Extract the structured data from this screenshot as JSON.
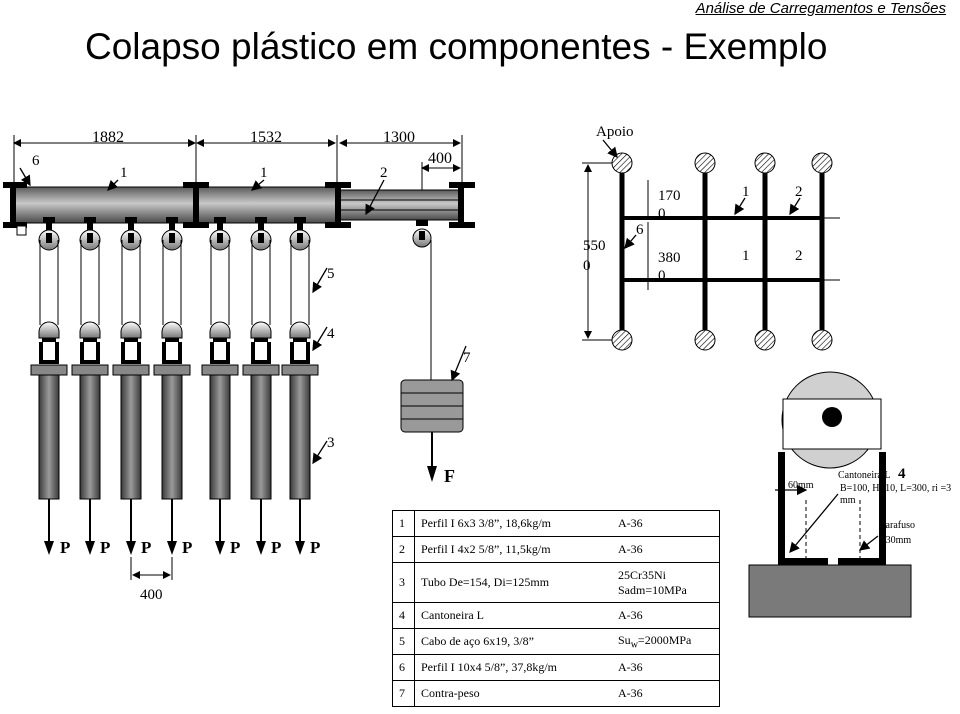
{
  "header": {
    "course": "Análise de Carregamentos e Tensões"
  },
  "slide": {
    "title": "Colapso plástico em componentes - Exemplo"
  },
  "diagram": {
    "dims": {
      "d1": "1882",
      "d2": "1532",
      "d3": "1300",
      "d4": "400",
      "d_bottom": "400"
    },
    "left_labels": {
      "six": "6",
      "one_a": "1",
      "one_b": "1",
      "two": "2",
      "five": "5",
      "four": "4",
      "three": "3",
      "seven": "7"
    },
    "force_label": "F",
    "p_labels": [
      "P",
      "P",
      "P",
      "P",
      "P",
      "P",
      "P"
    ],
    "plan": {
      "apoio": "Apoio",
      "h_a": "550",
      "h_b": "0",
      "s1a": "170",
      "s1b": "0",
      "s2a": "380",
      "s2b": "0",
      "six": "6",
      "one_top": "1",
      "two_top": "2",
      "one_bot": "1",
      "two_bot": "2"
    },
    "detail": {
      "label": "Cantoneira L",
      "num": "4",
      "spec_a": "B=100, H=10, L=300, ri =3",
      "spec_b": "mm",
      "gap": "60mm",
      "bolt_a": "Parafuso",
      "bolt_b": "=30mm"
    }
  },
  "table": [
    {
      "n": "1",
      "desc": "Perfil I 6x3 3/8”, 18,6kg/m",
      "mat": "A-36"
    },
    {
      "n": "2",
      "desc": "Perfil I 4x2 5/8”, 11,5kg/m",
      "mat": "A-36"
    },
    {
      "n": "3",
      "desc": "Tubo De=154, Di=125mm",
      "mat": "25Cr35Ni",
      "mat2": "Sadm=10MPa"
    },
    {
      "n": "4",
      "desc": "Cantoneira L",
      "mat": "A-36"
    },
    {
      "n": "5",
      "desc": "Cabo de aço 6x19, 3/8”",
      "mat_a": "Su",
      "mat_sub": "w",
      "mat_b": "=2000MPa"
    },
    {
      "n": "6",
      "desc": "Perfil I 10x4 5/8”, 37,8kg/m",
      "mat": "A-36"
    },
    {
      "n": "7",
      "desc": "Contra-peso",
      "mat": "A-36"
    }
  ]
}
